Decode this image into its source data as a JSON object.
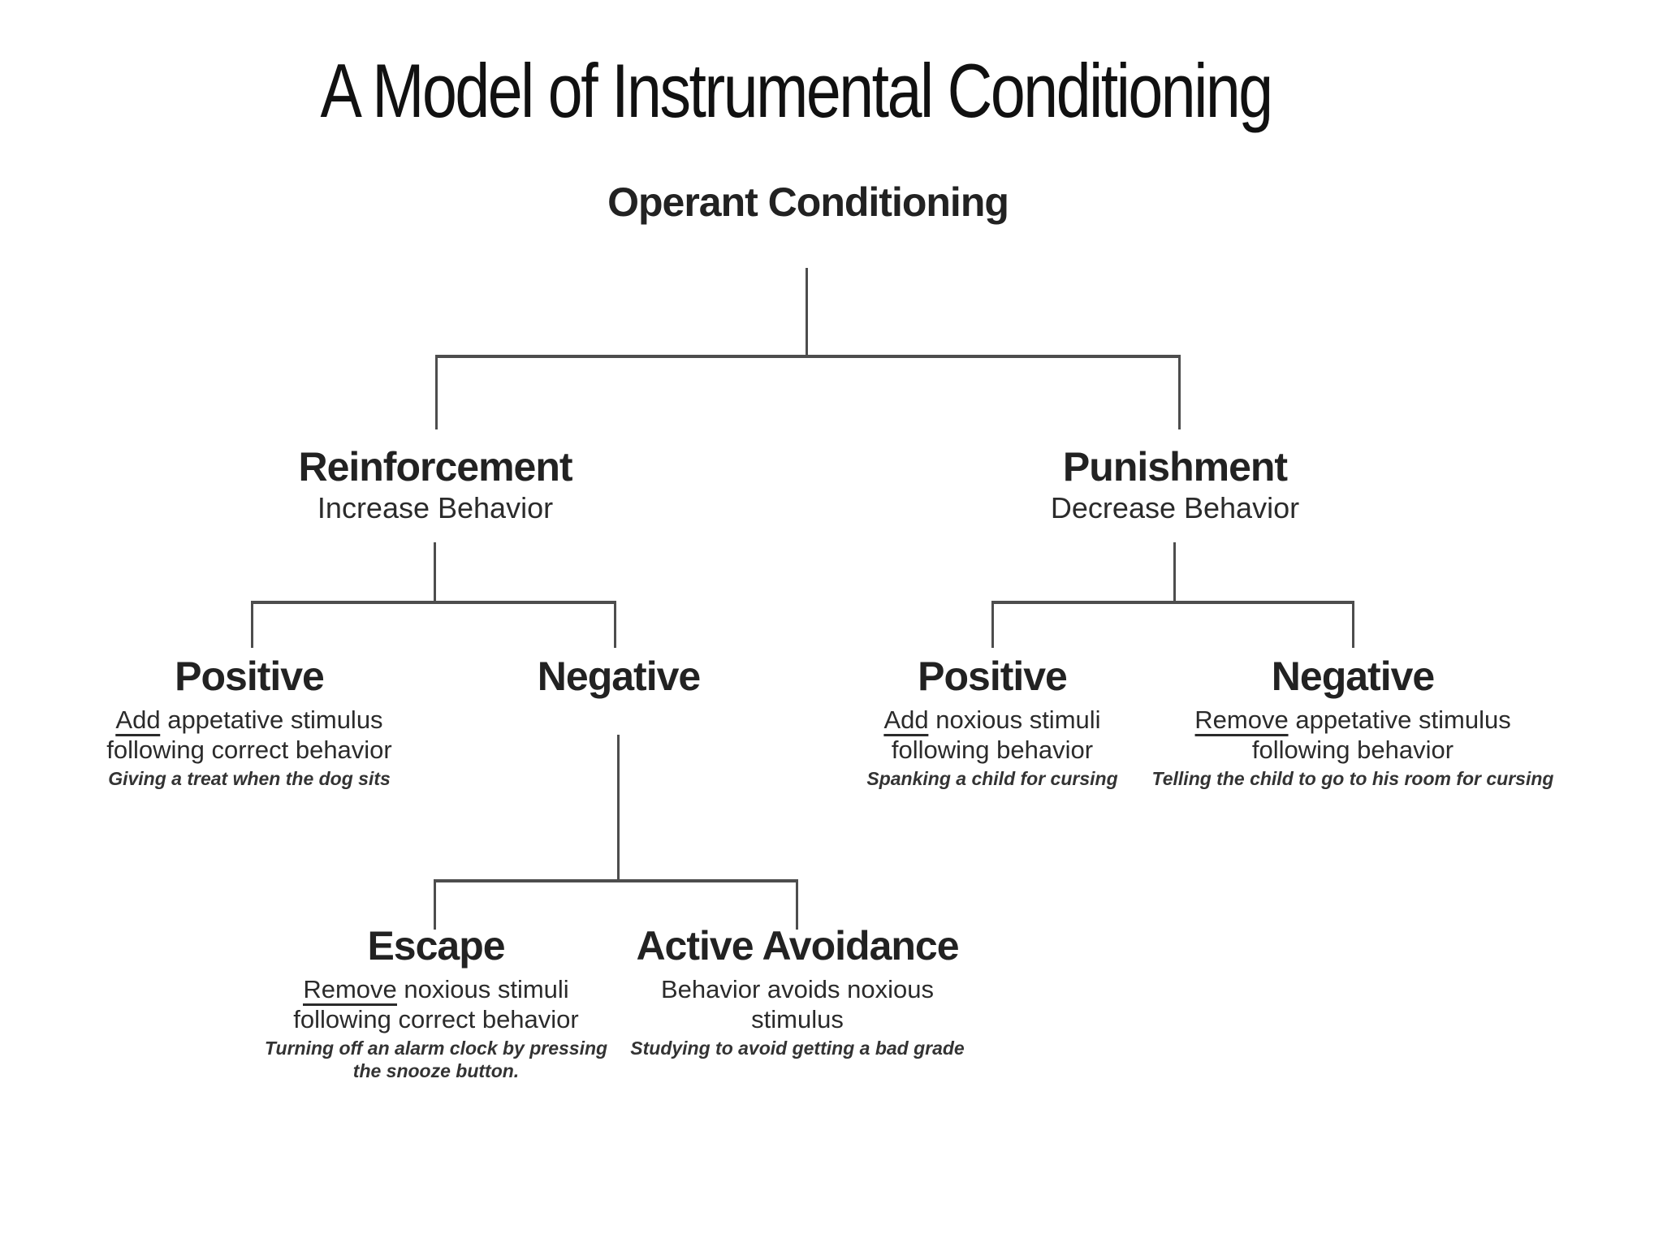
{
  "slide": {
    "title": "A Model of Instrumental Conditioning"
  },
  "diagram": {
    "root": {
      "label": "Operant Conditioning"
    },
    "level1": {
      "reinforcement": {
        "label": "Reinforcement",
        "subtitle": "Increase Behavior"
      },
      "punishment": {
        "label": "Punishment",
        "subtitle": "Decrease Behavior"
      }
    },
    "level2": {
      "reinforcement_positive": {
        "label": "Positive",
        "desc_underline": "Add",
        "desc_rest": " appetative stimulus",
        "desc_line2": "following correct behavior",
        "example": "Giving a treat when the dog sits"
      },
      "reinforcement_negative": {
        "label": "Negative"
      },
      "punishment_positive": {
        "label": "Positive",
        "desc_underline": "Add",
        "desc_rest": " noxious stimuli",
        "desc_line2": "following behavior",
        "example": "Spanking a child for cursing"
      },
      "punishment_negative": {
        "label": "Negative",
        "desc_underline": "Remove",
        "desc_rest": " appetative stimulus",
        "desc_line2": "following behavior",
        "example": "Telling the child to go to his room for cursing"
      }
    },
    "level3": {
      "escape": {
        "label": "Escape",
        "desc_underline": "Remove",
        "desc_rest": " noxious stimuli",
        "desc_line2": "following correct behavior",
        "example": "Turning off an alarm clock by pressing the snooze button."
      },
      "active_avoidance": {
        "label": "Active Avoidance",
        "desc_line1": "Behavior avoids noxious",
        "desc_line2": "stimulus",
        "example": "Studying to avoid getting a bad grade"
      }
    },
    "colors": {
      "text": "#262626",
      "line": "#4d4d4d",
      "background": "#ffffff"
    }
  }
}
